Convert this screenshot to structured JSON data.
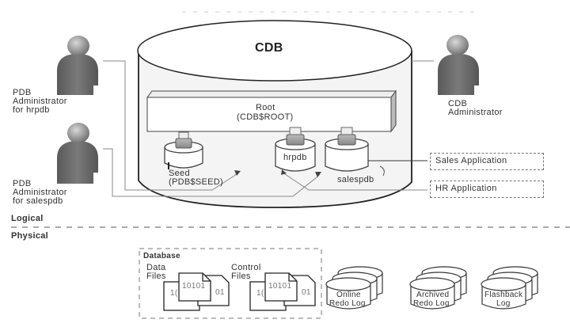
{
  "diagram": {
    "cdb": {
      "title": "CDB",
      "root": {
        "name": "Root",
        "id": "(CDB$ROOT)"
      },
      "seed": {
        "name": "Seed",
        "id": "(PDB$SEED)"
      },
      "pdbs": [
        {
          "name": "hrpdb"
        },
        {
          "name": "salespdb"
        }
      ]
    },
    "actors": [
      {
        "line1": "PDB",
        "line2": "Administrator",
        "line3": "for hrpdb"
      },
      {
        "line1": "PDB",
        "line2": "Administrator",
        "line3": "for salespdb"
      },
      {
        "line1": "CDB",
        "line2": "Administrator"
      }
    ],
    "applications": [
      {
        "label": "Sales Application"
      },
      {
        "label": "HR Application"
      }
    ],
    "layers": {
      "logical": "Logical",
      "physical": "Physical"
    },
    "database": {
      "title": "Database",
      "data_files": {
        "line1": "Data",
        "line2": "Files",
        "binary": "10101",
        "binary_back": "01",
        "binary_side": "1("
      },
      "control_files": {
        "line1": "Control",
        "line2": "Files",
        "binary": "10101",
        "binary_back": "01",
        "binary_side": "1("
      },
      "online_redo": {
        "line1": "Online",
        "line2": "Redo Log"
      }
    },
    "external_logs": [
      {
        "line1": "Archived",
        "line2": "Redo Log"
      },
      {
        "line1": "Flashback",
        "line2": "Log"
      }
    ]
  }
}
